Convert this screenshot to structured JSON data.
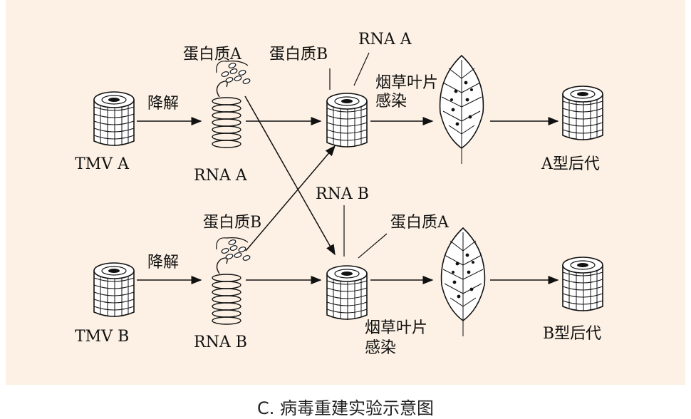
{
  "diagram": {
    "caption": "C. 病毒重建实验示意图",
    "top_row": {
      "virus": "TMV A",
      "degrade": "降解",
      "protein_label": "蛋白质A",
      "rna_label": "RNA A",
      "recombined_protein": "蛋白质B",
      "recombined_rna": "RNA A",
      "infect_line1": "烟草叶片",
      "infect_line2": "感染",
      "offspring": "A型后代"
    },
    "bottom_row": {
      "virus": "TMV B",
      "degrade": "降解",
      "protein_label": "蛋白质B",
      "rna_label": "RNA B",
      "recombined_rna": "RNA B",
      "recombined_protein": "蛋白质A",
      "infect_line1": "烟草叶片",
      "infect_line2": "感染",
      "offspring": "B型后代"
    },
    "colors": {
      "background": "#fcf1e4",
      "ink": "#111111"
    }
  }
}
